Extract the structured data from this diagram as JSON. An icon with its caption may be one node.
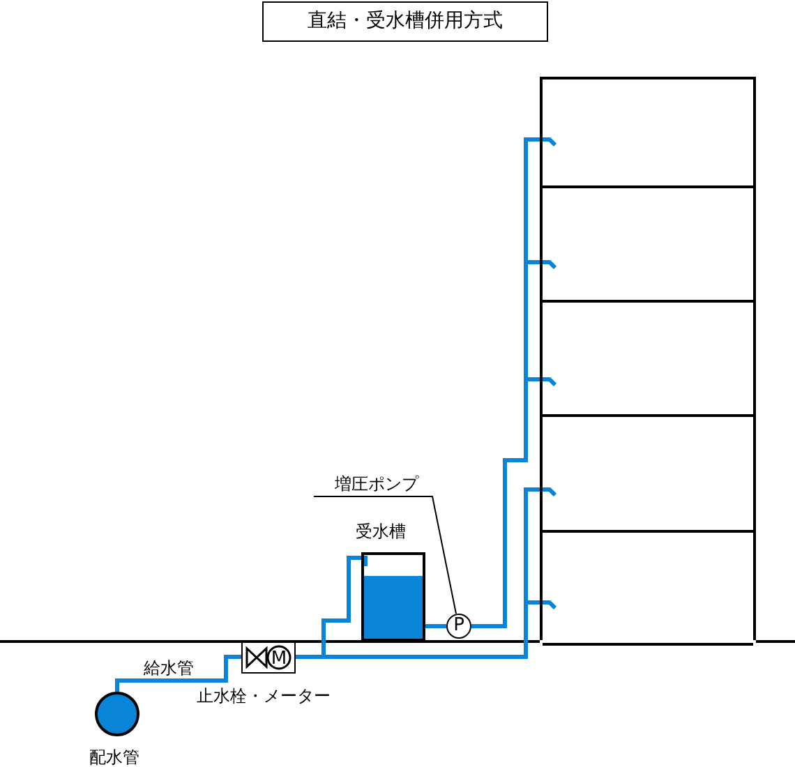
{
  "diagram": {
    "title": "直結・受水槽併用方式",
    "nodes": [
      {
        "text": [],
        "shape": "box"
      },
      {
        "text": [],
        "shape": "box",
        "in": 0
      },
      {
        "text": [],
        "shape": "box",
        "in": 0
      },
      {
        "text": [],
        "shape": "box",
        "in": 0
      },
      {
        "text": [],
        "shape": "box",
        "in": 0
      },
      {
        "text": [],
        "shape": "box",
        "in": 0
      },
      {
        "text": [
          "増圧ポンプ"
        ]
      },
      {
        "text": [
          "受水槽"
        ]
      },
      {
        "text": [
          "P"
        ]
      },
      {
        "text": [
          "止水栓・メーター"
        ]
      },
      {
        "text": [
          "配水管"
        ]
      }
    ],
    "edges": [
      {
        "from": 10,
        "to": 9,
        "arrow": "none",
        "label": "給水管"
      },
      {
        "from": 9,
        "to": 7,
        "arrow": "none"
      },
      {
        "from": 9,
        "to": 4,
        "arrow": "none"
      },
      {
        "from": 9,
        "to": 5,
        "arrow": "none"
      },
      {
        "from": 7,
        "to": 8,
        "arrow": "none"
      },
      {
        "from": 8,
        "to": 1,
        "arrow": "none"
      },
      {
        "from": 8,
        "to": 2,
        "arrow": "none"
      },
      {
        "from": 8,
        "to": 3,
        "arrow": "none"
      },
      {
        "from": 6,
        "to": 8,
        "arrow": "none",
        "color": "#000000"
      }
    ],
    "labels": [
      "M"
    ]
  }
}
